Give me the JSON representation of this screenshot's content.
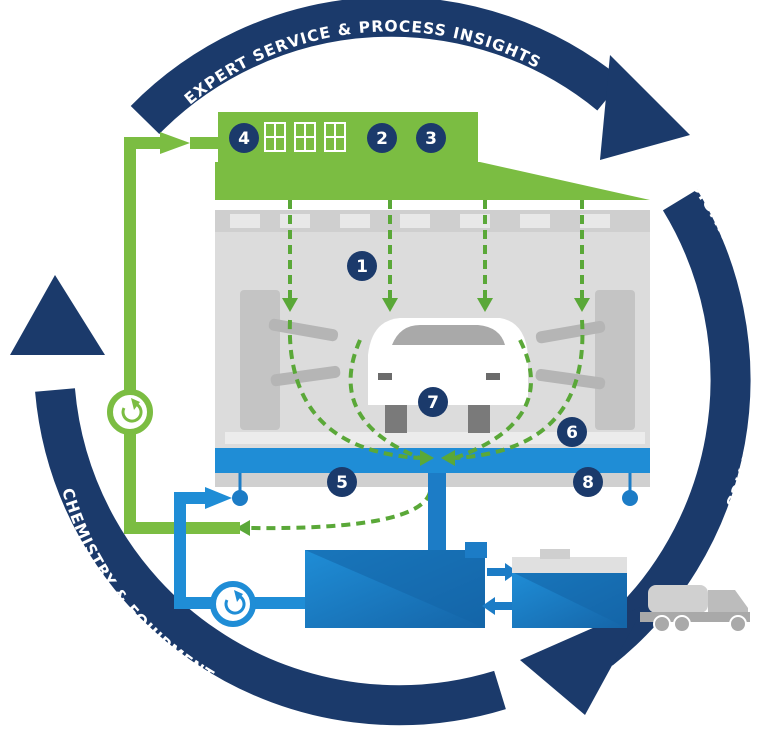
{
  "cycle_labels": {
    "top": "EXPERT SERVICE & PROCESS INSIGHTS",
    "right": "DIGITAL MONITORING & ANALYTICS",
    "left": "CHEMISTRY & EQUIPMENT"
  },
  "badges": {
    "b1": "1",
    "b2": "2",
    "b3": "3",
    "b4": "4",
    "b5": "5",
    "b6": "6",
    "b7": "7",
    "b8": "8"
  },
  "colors": {
    "navy": "#1b3a6b",
    "green": "#7bbd42",
    "green_dark": "#5aa838",
    "blue": "#1f8dd6",
    "booth_gray": "#dcdcdc",
    "tank_blue": "#1c7cc6"
  }
}
